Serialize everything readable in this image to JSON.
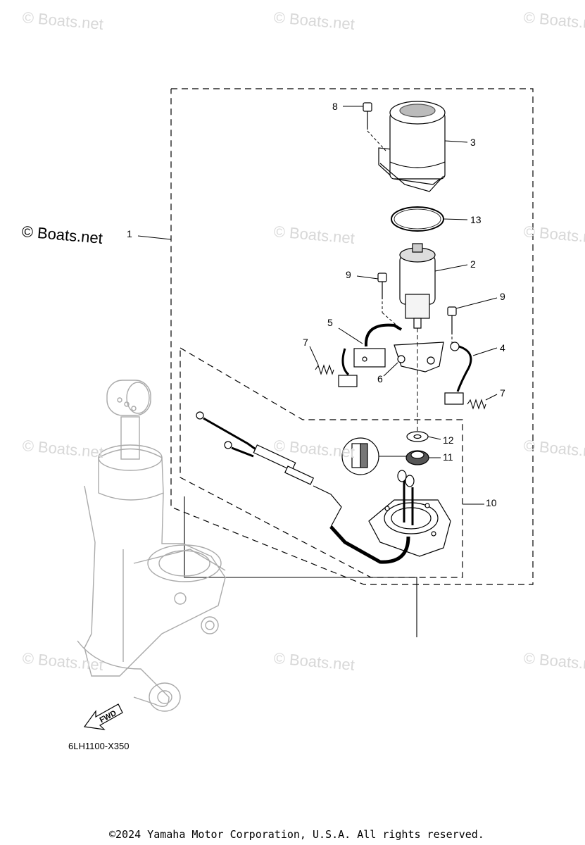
{
  "watermark": "© Boats.net",
  "main_watermark": "© Boats.net",
  "callouts": {
    "c1": "1",
    "c2": "2",
    "c3": "3",
    "c4": "4",
    "c5": "5",
    "c6": "6",
    "c7a": "7",
    "c7b": "7",
    "c8": "8",
    "c9a": "9",
    "c9b": "9",
    "c10": "10",
    "c11": "11",
    "c12": "12",
    "c13": "13"
  },
  "direction_label": "FWD",
  "diagram_code": "6LH1100-X350",
  "copyright": "©2024 Yamaha Motor Corporation, U.S.A. All rights reserved."
}
